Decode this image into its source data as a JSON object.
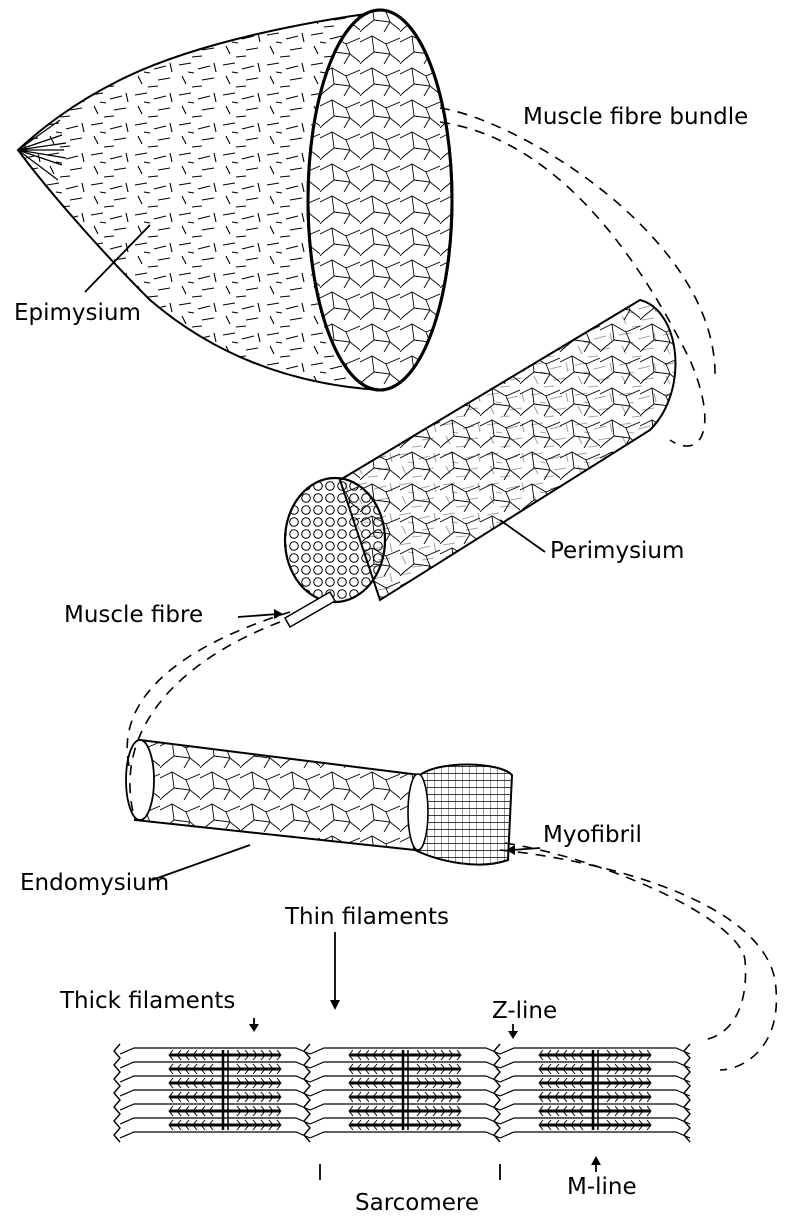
{
  "labels": {
    "muscle_fibre_bundle": "Muscle fibre bundle",
    "epimysium": "Epimysium",
    "perimysium": "Perimysium",
    "muscle_fibre": "Muscle fibre",
    "endomysium": "Endomysium",
    "myofibril": "Myofibril",
    "thin_filaments": "Thin filaments",
    "thick_filaments": "Thick filaments",
    "z_line": "Z-line",
    "sarcomere": "Sarcomere",
    "m_line": "M-line"
  },
  "colors": {
    "ink": "#000000",
    "paper": "#ffffff"
  }
}
